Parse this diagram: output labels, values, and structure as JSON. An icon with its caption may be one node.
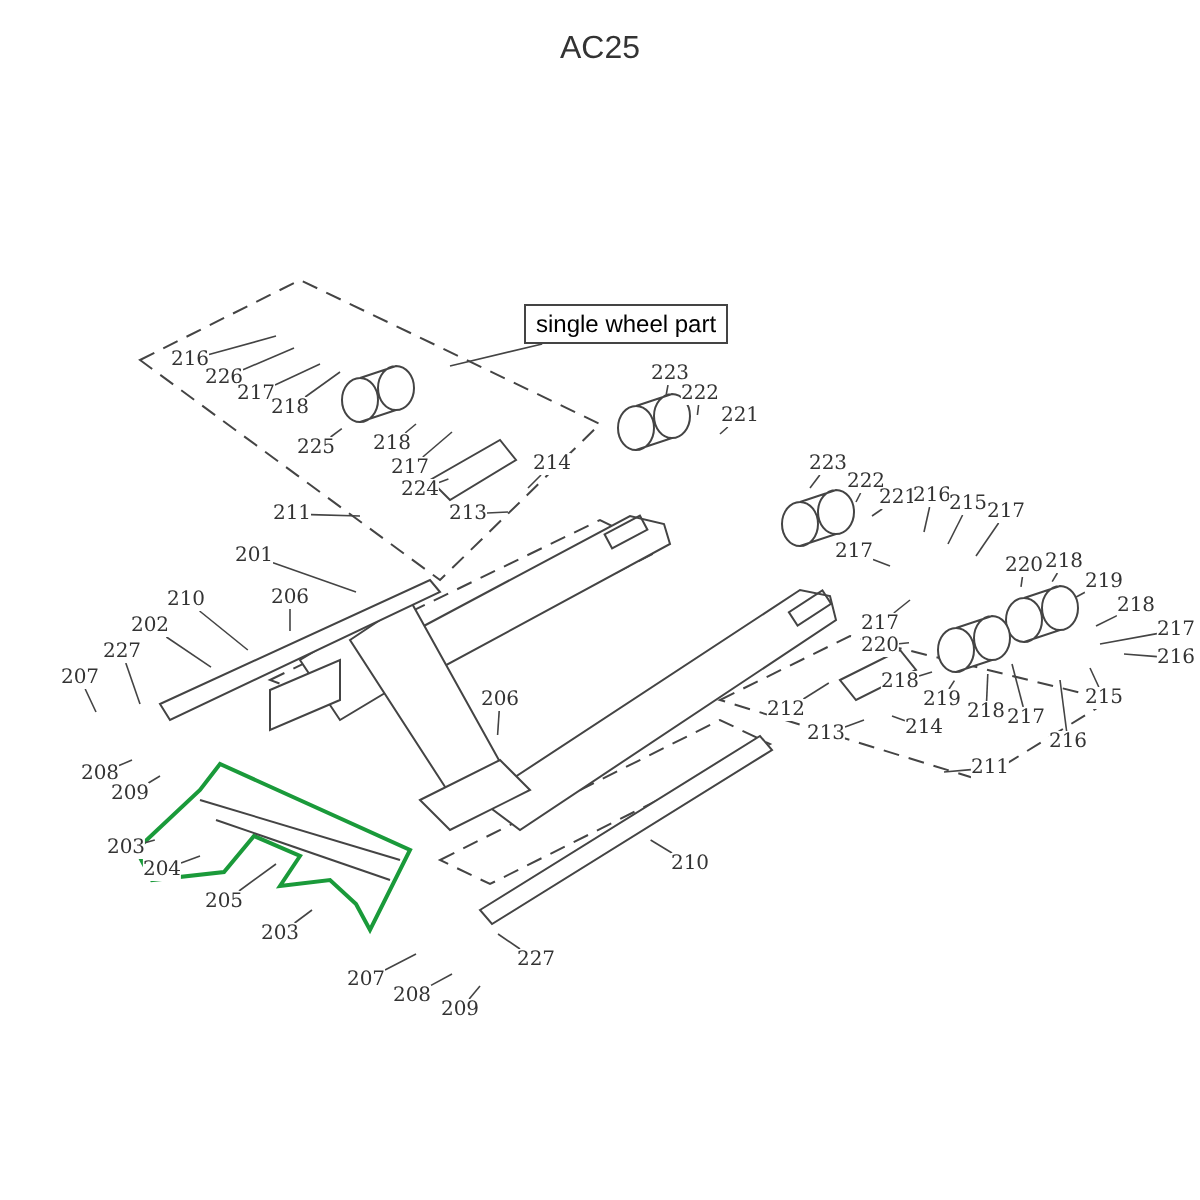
{
  "diagram": {
    "title": "AC25",
    "nodes": [
      {
        "text": [
          "single wheel part"
        ]
      },
      {
        "text": [
          "216"
        ]
      },
      {
        "text": [
          "226"
        ]
      },
      {
        "text": [
          "217"
        ]
      },
      {
        "text": [
          "218"
        ]
      },
      {
        "text": [
          "225"
        ]
      },
      {
        "text": [
          "218"
        ]
      },
      {
        "text": [
          "217"
        ]
      },
      {
        "text": [
          "224"
        ]
      },
      {
        "text": [
          "214"
        ]
      },
      {
        "text": [
          "213"
        ]
      },
      {
        "text": [
          "211"
        ]
      },
      {
        "text": [
          "201"
        ]
      },
      {
        "text": [
          "223"
        ]
      },
      {
        "text": [
          "222"
        ]
      },
      {
        "text": [
          "221"
        ]
      },
      {
        "text": [
          "210"
        ]
      },
      {
        "text": [
          "206"
        ]
      },
      {
        "text": [
          "202"
        ]
      },
      {
        "text": [
          "227"
        ]
      },
      {
        "text": [
          "207"
        ]
      },
      {
        "text": [
          "206"
        ]
      },
      {
        "text": [
          "208"
        ]
      },
      {
        "text": [
          "209"
        ]
      },
      {
        "text": [
          "203"
        ]
      },
      {
        "text": [
          "204"
        ]
      },
      {
        "text": [
          "205"
        ]
      },
      {
        "text": [
          "203"
        ]
      },
      {
        "text": [
          "207"
        ]
      },
      {
        "text": [
          "208"
        ]
      },
      {
        "text": [
          "209"
        ]
      },
      {
        "text": [
          "227"
        ]
      },
      {
        "text": [
          "210"
        ]
      },
      {
        "text": [
          "223"
        ]
      },
      {
        "text": [
          "222"
        ]
      },
      {
        "text": [
          "221"
        ]
      },
      {
        "text": [
          "216"
        ]
      },
      {
        "text": [
          "215"
        ]
      },
      {
        "text": [
          "217"
        ]
      },
      {
        "text": [
          "217"
        ]
      },
      {
        "text": [
          "220"
        ]
      },
      {
        "text": [
          "218"
        ]
      },
      {
        "text": [
          "219"
        ]
      },
      {
        "text": [
          "218"
        ]
      },
      {
        "text": [
          "217"
        ]
      },
      {
        "text": [
          "216"
        ]
      },
      {
        "text": [
          "217"
        ]
      },
      {
        "text": [
          "220"
        ]
      },
      {
        "text": [
          "218"
        ]
      },
      {
        "text": [
          "219"
        ]
      },
      {
        "text": [
          "218"
        ]
      },
      {
        "text": [
          "217"
        ]
      },
      {
        "text": [
          "215"
        ]
      },
      {
        "text": [
          "216"
        ]
      },
      {
        "text": [
          "212"
        ]
      },
      {
        "text": [
          "213"
        ]
      },
      {
        "text": [
          "214"
        ]
      },
      {
        "text": [
          "211"
        ]
      }
    ],
    "edges": [
      {
        "from": 0,
        "to": null,
        "arrow": "none"
      },
      {
        "from": 1,
        "to": null,
        "arrow": "none"
      },
      {
        "from": 2,
        "to": null,
        "arrow": "none"
      },
      {
        "from": 3,
        "to": null,
        "arrow": "none"
      },
      {
        "from": 4,
        "to": null,
        "arrow": "none"
      },
      {
        "from": 5,
        "to": null,
        "arrow": "none"
      },
      {
        "from": 6,
        "to": null,
        "arrow": "none"
      },
      {
        "from": 7,
        "to": null,
        "arrow": "none"
      },
      {
        "from": 8,
        "to": null,
        "arrow": "none"
      },
      {
        "from": 9,
        "to": null,
        "arrow": "none"
      },
      {
        "from": 10,
        "to": null,
        "arrow": "none"
      },
      {
        "from": 11,
        "to": null,
        "arrow": "none"
      },
      {
        "from": 12,
        "to": null,
        "arrow": "none"
      },
      {
        "from": 13,
        "to": null,
        "arrow": "none"
      },
      {
        "from": 14,
        "to": null,
        "arrow": "none"
      },
      {
        "from": 15,
        "to": null,
        "arrow": "none"
      },
      {
        "from": 16,
        "to": null,
        "arrow": "none"
      },
      {
        "from": 17,
        "to": null,
        "arrow": "none"
      },
      {
        "from": 18,
        "to": null,
        "arrow": "none"
      },
      {
        "from": 19,
        "to": null,
        "arrow": "none"
      },
      {
        "from": 20,
        "to": null,
        "arrow": "none"
      },
      {
        "from": 21,
        "to": null,
        "arrow": "none"
      },
      {
        "from": 22,
        "to": null,
        "arrow": "none"
      },
      {
        "from": 23,
        "to": null,
        "arrow": "none"
      },
      {
        "from": 24,
        "to": null,
        "arrow": "none"
      },
      {
        "from": 25,
        "to": null,
        "arrow": "none"
      },
      {
        "from": 26,
        "to": null,
        "arrow": "none"
      },
      {
        "from": 27,
        "to": null,
        "arrow": "none"
      },
      {
        "from": 28,
        "to": null,
        "arrow": "none"
      },
      {
        "from": 29,
        "to": null,
        "arrow": "none"
      },
      {
        "from": 30,
        "to": null,
        "arrow": "none"
      },
      {
        "from": 31,
        "to": null,
        "arrow": "none"
      },
      {
        "from": 32,
        "to": null,
        "arrow": "none"
      },
      {
        "from": 33,
        "to": null,
        "arrow": "none"
      },
      {
        "from": 34,
        "to": null,
        "arrow": "none"
      },
      {
        "from": 35,
        "to": null,
        "arrow": "none"
      },
      {
        "from": 36,
        "to": null,
        "arrow": "none"
      },
      {
        "from": 37,
        "to": null,
        "arrow": "none"
      },
      {
        "from": 38,
        "to": null,
        "arrow": "none"
      },
      {
        "from": 39,
        "to": null,
        "arrow": "none"
      },
      {
        "from": 40,
        "to": null,
        "arrow": "none"
      },
      {
        "from": 41,
        "to": null,
        "arrow": "none"
      },
      {
        "from": 42,
        "to": null,
        "arrow": "none"
      },
      {
        "from": 43,
        "to": null,
        "arrow": "none"
      },
      {
        "from": 44,
        "to": null,
        "arrow": "none"
      },
      {
        "from": 45,
        "to": null,
        "arrow": "none"
      },
      {
        "from": 46,
        "to": null,
        "arrow": "none"
      },
      {
        "from": 47,
        "to": null,
        "arrow": "none"
      },
      {
        "from": 48,
        "to": null,
        "arrow": "none"
      },
      {
        "from": 49,
        "to": null,
        "arrow": "none"
      },
      {
        "from": 50,
        "to": null,
        "arrow": "none"
      },
      {
        "from": 51,
        "to": null,
        "arrow": "none"
      },
      {
        "from": 52,
        "to": null,
        "arrow": "none"
      },
      {
        "from": 53,
        "to": null,
        "arrow": "none"
      },
      {
        "from": 54,
        "to": null,
        "arrow": "none"
      },
      {
        "from": 55,
        "to": null,
        "arrow": "none"
      },
      {
        "from": 56,
        "to": null,
        "arrow": "none"
      },
      {
        "from": 57,
        "to": null,
        "arrow": "none"
      }
    ]
  }
}
